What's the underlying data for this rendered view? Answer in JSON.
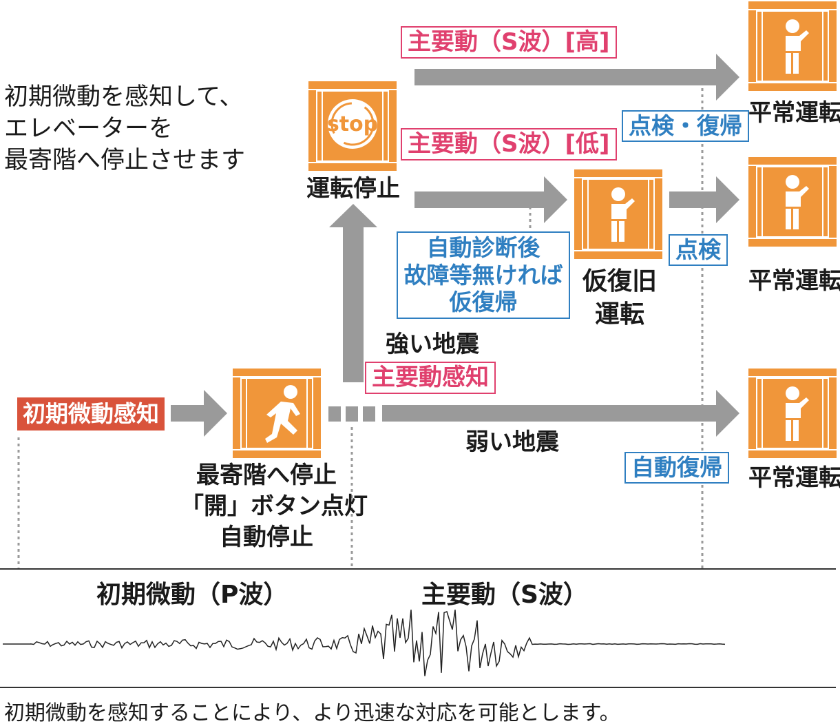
{
  "intro": [
    "初期微動を感知して、",
    "エレベーターを",
    "最寄階へ停止させます"
  ],
  "labels": {
    "initial_detect": "初期微動感知",
    "main_detect": "主要動感知",
    "s_high": "主要動（S波）[高]",
    "s_low": "主要動（S波）[低]",
    "stop_icon_text": "stop",
    "stop_label": "運転停止",
    "nearest_stop": [
      "最寄階へ停止",
      "「開」ボタン点灯",
      "自動停止"
    ],
    "temp_restore": [
      "仮復旧",
      "運転"
    ],
    "strong_quake": "強い地震",
    "weak_quake": "弱い地震",
    "auto_diag": [
      "自動診断後",
      "故障等無ければ",
      "仮復帰"
    ],
    "inspect_restore": "点検・復帰",
    "inspect": "点検",
    "auto_restore": "自動復帰",
    "normal_1": "平常運転",
    "normal_2": "平常運転",
    "normal_3": "平常運転"
  },
  "wave": {
    "p_wave": "初期微動（P波）",
    "s_wave": "主要動（S波）"
  },
  "footer": "初期微動を感知することにより、より迅速な対応を可能とします。",
  "colors": {
    "orange": "#f0963a",
    "pink": "#e0406e",
    "blue": "#2f7fc1",
    "red": "#d9533b",
    "gray": "#9a9a9a"
  }
}
